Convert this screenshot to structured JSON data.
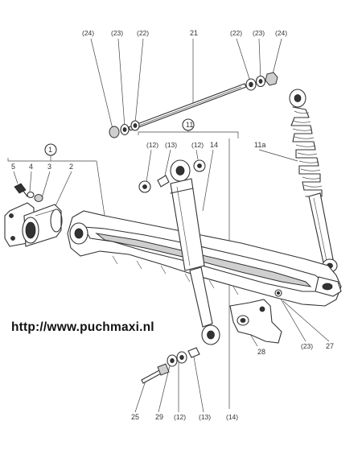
{
  "url_text": "http://www.puchmaxi.nl",
  "callouts": {
    "p24_left": "(24)",
    "p23_left": "(23)",
    "p22_left": "(22)",
    "p21": "21",
    "p22_right": "(22)",
    "p23_right": "(23)",
    "p24_right": "(24)",
    "g1": "1",
    "p5": "5",
    "p4": "4",
    "p3": "3",
    "p2": "2",
    "g11": "11",
    "p12_a": "(12)",
    "p13_a": "(13)",
    "p12_b": "(12)",
    "p14": "14",
    "p11a": "11a",
    "p23_low": "(23)",
    "p27": "27",
    "p28": "28",
    "p25": "25",
    "p29": "29",
    "p12_low": "(12)",
    "p13_low": "(13)",
    "p14_low": "(14)"
  }
}
